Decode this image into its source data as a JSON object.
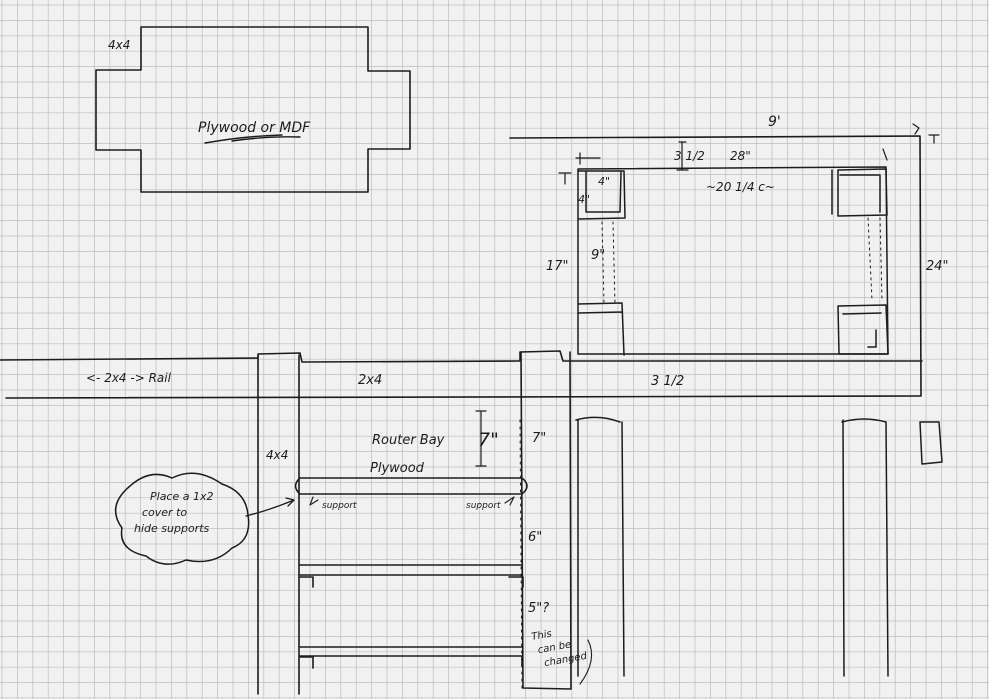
{
  "colors": {
    "paper": "#f1f1f1",
    "grid": "#bdbdbd",
    "ink": "#1c1c1c"
  },
  "top_view": {
    "post_label": "4x4",
    "panel_label": "Plywood or MDF"
  },
  "plan_view": {
    "overall_width": "9'",
    "top_offset": "3 1/2",
    "inner_length": "28\"",
    "center_spacing": "~20 1/4 c~",
    "post_width": "4\"",
    "post_depth": "4\"",
    "gap": "9\"",
    "inner_depth": "17\"",
    "overall_depth": "24\"",
    "bottom_offset": "3 1/2"
  },
  "front_view": {
    "rail_label": "<- 2x4 -> Rail",
    "rail_mid_label": "2x4",
    "post_label": "4x4",
    "bay_label": "Router Bay",
    "plywood_label": "Plywood",
    "bay_height": "7\"",
    "bay_height_right": "7\"",
    "support_left": "support",
    "support_right": "support",
    "shelf_gap_1": "6\"",
    "shelf_gap_2": "5\"?",
    "change_note": "This can be changed",
    "callout_note": "Place a 1x2 cover to hide supports"
  }
}
